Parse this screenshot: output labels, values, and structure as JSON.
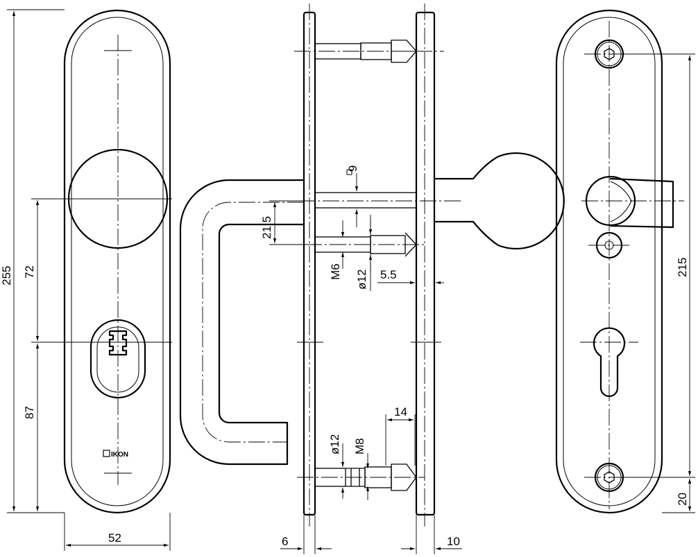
{
  "dimensions": {
    "overall_height": "255",
    "knob_to_cylinder": "72",
    "cylinder_to_bottom": "87",
    "plate_width": "52",
    "offset": "21.5",
    "square_spindle": "9",
    "thread_m6": "M6",
    "dia_12_upper": "ø12",
    "plate_gap": "5.5",
    "length_14": "14",
    "dia_12_lower": "ø12",
    "thread_m8": "M8",
    "plate_thickness_left": "6",
    "plate_thickness_right": "10",
    "screw_spacing": "215",
    "screw_to_bottom": "20"
  },
  "logo_text": "IKON"
}
